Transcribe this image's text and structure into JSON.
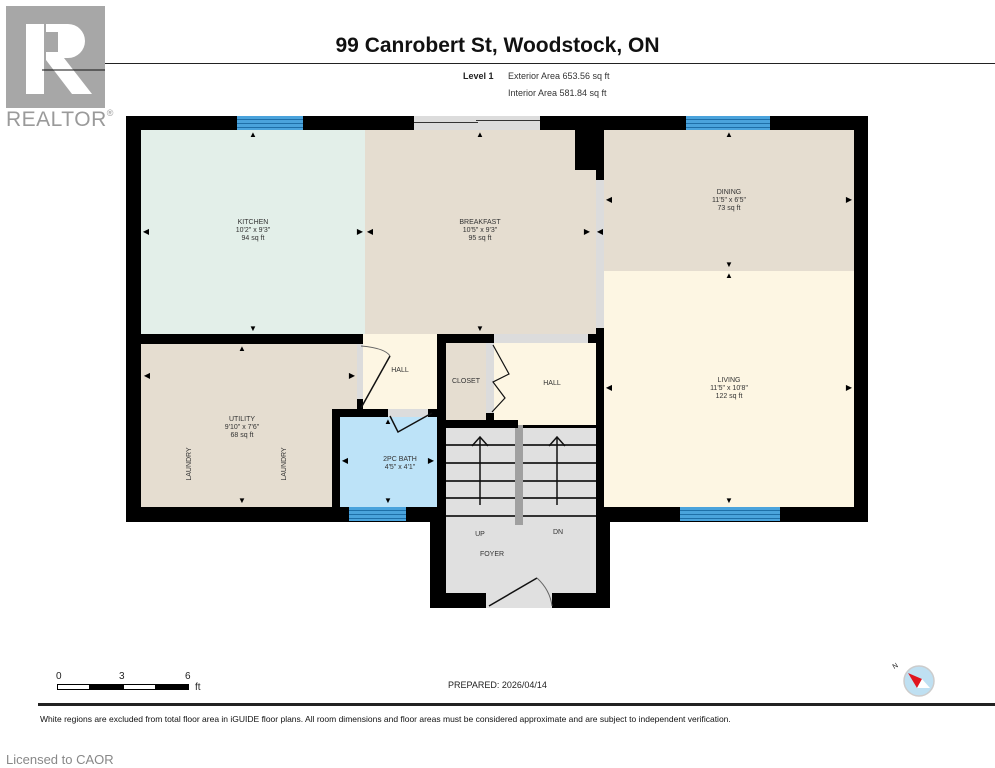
{
  "logo": {
    "name": "REALTOR",
    "mark": "R",
    "registered": "®"
  },
  "header": {
    "title": "99 Canrobert St, Woodstock, ON",
    "level": "Level 1",
    "exterior_area": "Exterior Area 653.56 sq ft",
    "interior_area": "Interior Area 581.84 sq ft"
  },
  "rooms": {
    "kitchen": {
      "name": "KITCHEN",
      "dims": "10'2\" x 9'3\"",
      "area": "94 sq ft",
      "color": "#e3efe9"
    },
    "breakfast": {
      "name": "BREAKFAST",
      "dims": "10'5\" x 9'3\"",
      "area": "95 sq ft",
      "color": "#e5ddd0"
    },
    "dining": {
      "name": "DINING",
      "dims": "11'5\" x 6'5\"",
      "area": "73 sq ft",
      "color": "#e5ddd0"
    },
    "living": {
      "name": "LIVING",
      "dims": "11'5\" x 10'8\"",
      "area": "122 sq ft",
      "color": "#fdf6e3"
    },
    "utility": {
      "name": "UTILITY",
      "dims": "9'10\" x 7'6\"",
      "area": "68 sq ft",
      "color": "#e5ddd0",
      "laundry_1": "LAUNDRY",
      "laundry_2": "LAUNDRY"
    },
    "bath": {
      "name": "2PC BATH",
      "dims": "4'5\" x 4'1\"",
      "color": "#bde3f8"
    },
    "hall_left": {
      "name": "HALL",
      "color": "#fdf6e3"
    },
    "closet": {
      "name": "CLOSET",
      "color": "#e5ddd0"
    },
    "hall_right": {
      "name": "HALL",
      "color": "#fdf6e3"
    },
    "foyer": {
      "name": "FOYER",
      "up": "UP",
      "dn": "DN",
      "color": "#e0e0e0"
    }
  },
  "scale_bar": {
    "ticks": [
      "0",
      "3",
      "6"
    ],
    "unit": "ft"
  },
  "prepared": "PREPARED: 2026/04/14",
  "compass": {
    "label": "N"
  },
  "disclaimer": "White regions are excluded from total floor area in iGUIDE floor plans. All room dimensions and floor areas must be considered approximate and are subject to independent verification.",
  "license": "Licensed to CAOR",
  "colors": {
    "wall": "#000000",
    "window": "#4aa3dc",
    "compass_red": "#e0141e",
    "compass_blue": "#bfe0f2"
  }
}
